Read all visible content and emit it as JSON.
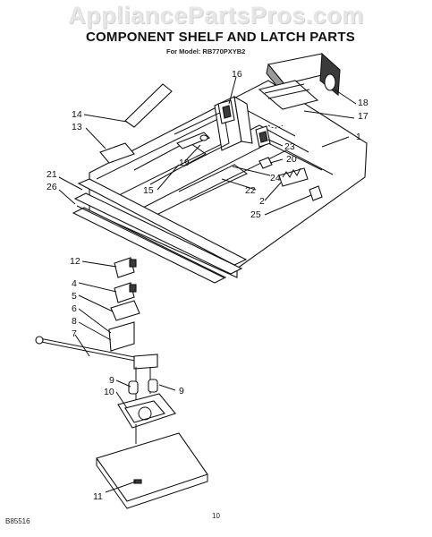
{
  "watermark": "AppliancePartsPros.com",
  "title": "COMPONENT SHELF AND LATCH PARTS",
  "subtitle": "For Model: RB770PXYB2",
  "footer": {
    "code": "B85516",
    "page": "10"
  },
  "callouts": {
    "c1": "1",
    "c2": "2",
    "c4": "4",
    "c5": "5",
    "c6": "6",
    "c7": "7",
    "c8": "8",
    "c9a": "9",
    "c9b": "9",
    "c10": "10",
    "c11": "11",
    "c12": "12",
    "c13": "13",
    "c14": "14",
    "c15": "15",
    "c16": "16",
    "c17": "17",
    "c18": "18",
    "c19": "19",
    "c20": "20",
    "c21": "21",
    "c22": "22",
    "c23": "23",
    "c24": "24",
    "c25": "25",
    "c26": "26"
  }
}
